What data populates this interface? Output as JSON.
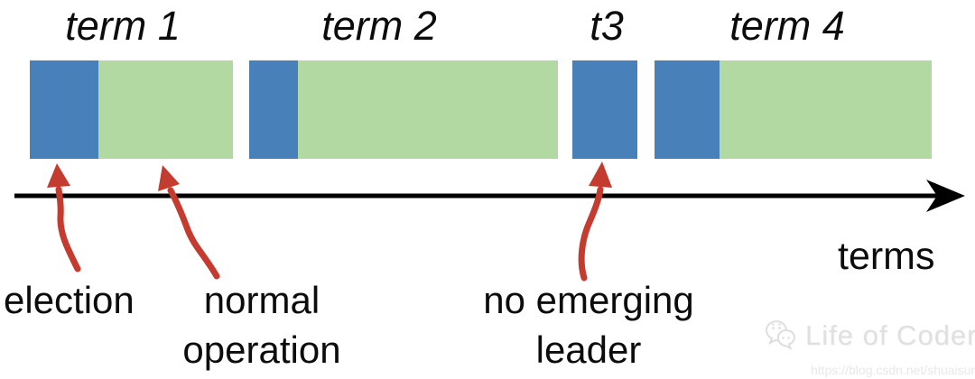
{
  "diagram": {
    "description": "Raft consensus terms timeline",
    "terms": [
      {
        "label": "term 1",
        "segments": [
          {
            "type": "election"
          },
          {
            "type": "normal operation"
          }
        ]
      },
      {
        "label": "term 2",
        "segments": [
          {
            "type": "election"
          },
          {
            "type": "normal operation"
          }
        ]
      },
      {
        "label": "t3",
        "segments": [
          {
            "type": "election"
          }
        ]
      },
      {
        "label": "term 4",
        "segments": [
          {
            "type": "election"
          },
          {
            "type": "normal operation"
          }
        ]
      }
    ],
    "axis_label": "terms",
    "annotations": {
      "election": "election",
      "normal_line1": "normal",
      "normal_line2": "operation",
      "no_leader_line1": "no emerging",
      "no_leader_line2": "leader"
    }
  },
  "colors": {
    "election_blue": "#4881ba",
    "normal_operation_green": "#b2d9a2",
    "annotation_arrow_red": "#c43c30",
    "timeline_black": "#000000",
    "watermark_gray": "#e0e0e0"
  },
  "watermark": {
    "brand": "Life of Coder",
    "url": "https://blog.csdn.net/shuaisunny",
    "icon": "wechat-icon"
  }
}
